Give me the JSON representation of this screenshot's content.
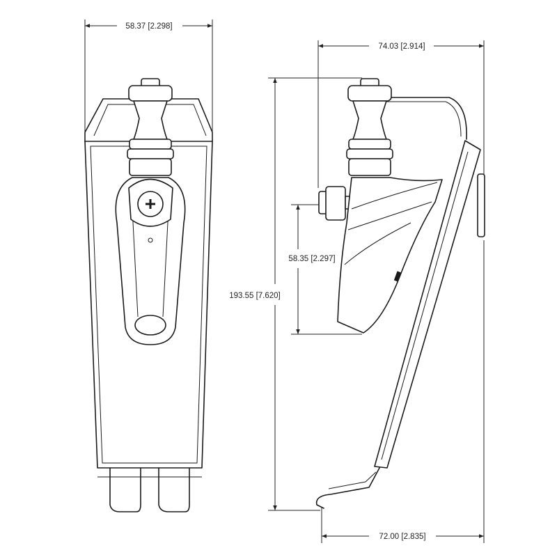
{
  "dimensions": {
    "front_width": "58.37 [2.298]",
    "side_depth_top": "74.03 [2.914]",
    "outlet_height": "58.35 [2.297]",
    "overall_height": "193.55 [7.620]",
    "side_depth_bottom": "72.00 [2.835]"
  },
  "colors": {
    "line": "#1a1a1a",
    "background": "#ffffff"
  }
}
